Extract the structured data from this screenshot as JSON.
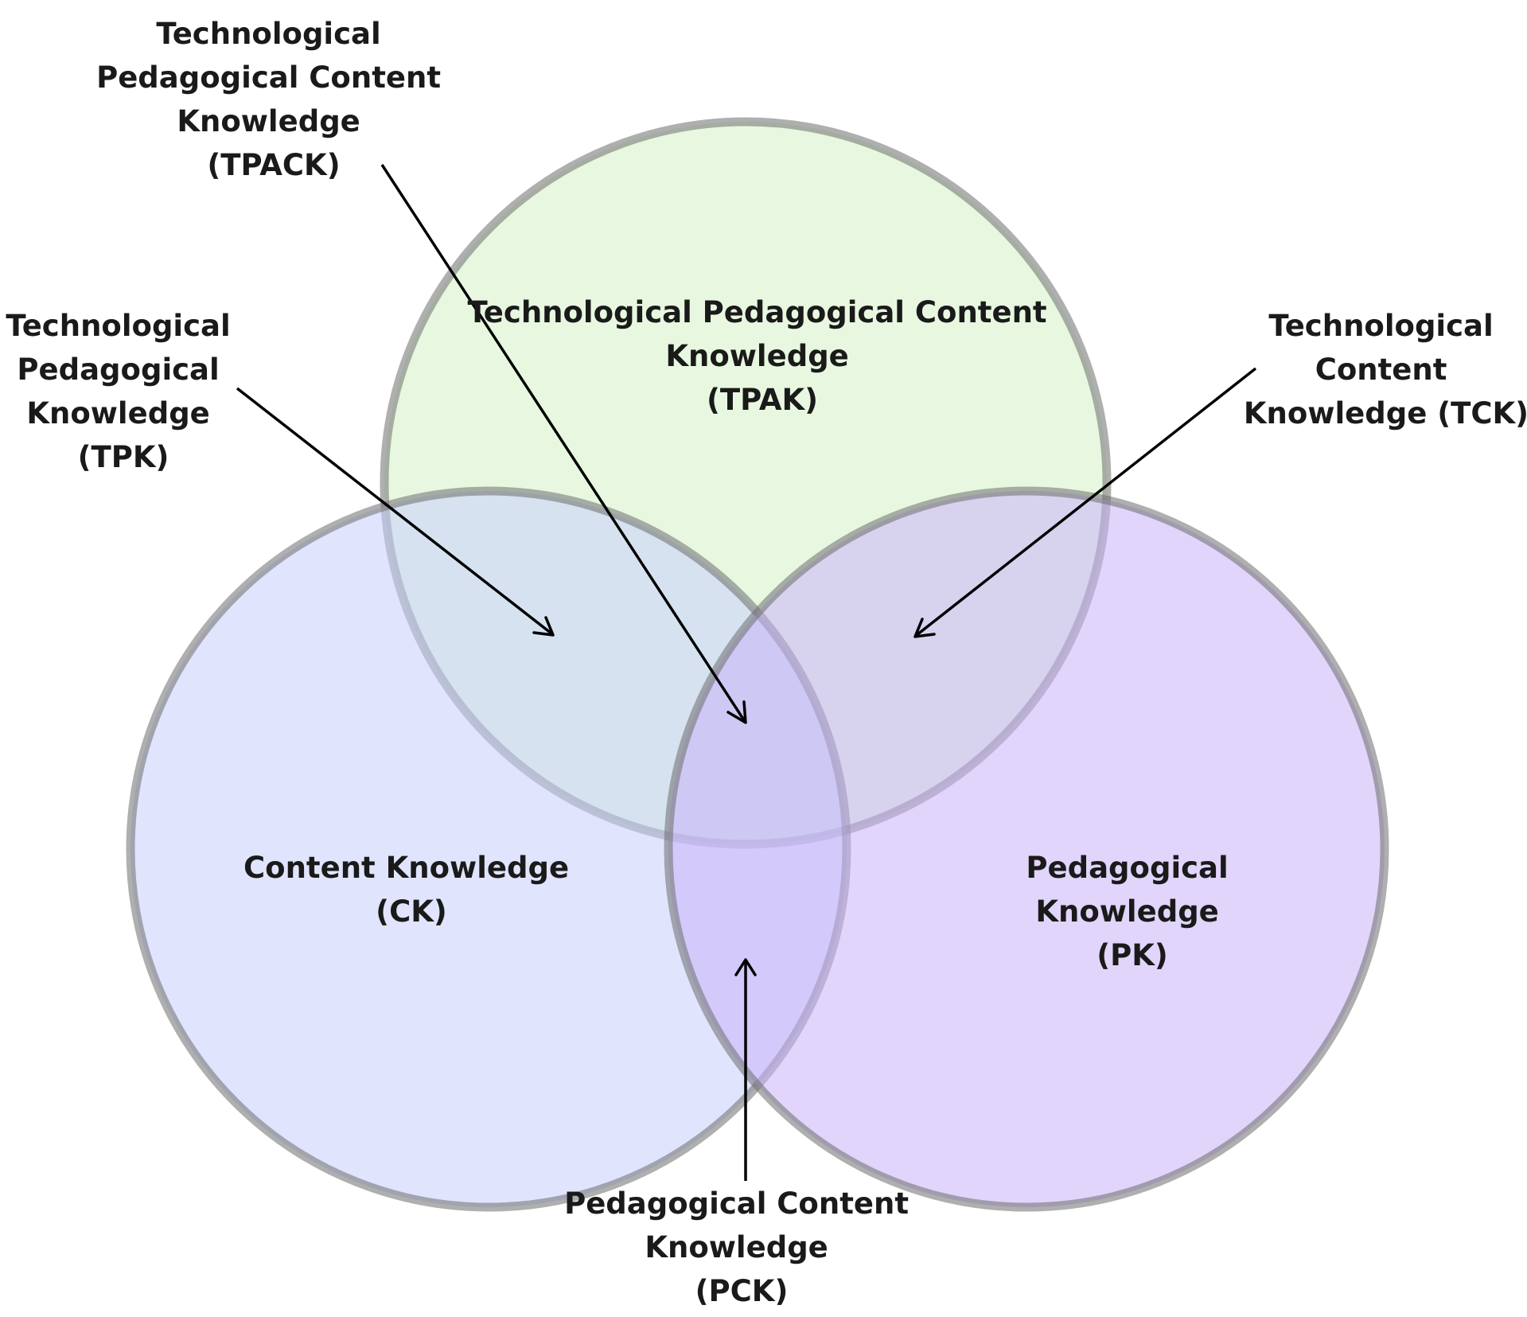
{
  "colors": {
    "technology_fill": "#d5f2c7",
    "content_fill": "#c7d0fc",
    "pedagogy_fill": "#c8b2f7",
    "circle_stroke": "#6e6e6e",
    "arrow": "#000000",
    "text": "#1a1a1a"
  },
  "circles": [
    {
      "id": "technology",
      "color_key": "technology_fill"
    },
    {
      "id": "content",
      "color_key": "content_fill"
    },
    {
      "id": "pedagogy",
      "color_key": "pedagogy_fill"
    }
  ],
  "labels": {
    "tpack": [
      "Technological",
      "Pedagogical Content",
      "Knowledge",
      "(TPACK)"
    ],
    "tpak": [
      "Technological Pedagogical Content",
      "Knowledge",
      "(TPAK)"
    ],
    "tpk": [
      "Technological",
      "Pedagogical",
      "Knowledge",
      "(TPK)"
    ],
    "tck": [
      "Technological",
      "Content",
      "Knowledge (TCK)"
    ],
    "ck": [
      "Content Knowledge",
      "(CK)"
    ],
    "pk": [
      "Pedagogical",
      "Knowledge",
      "(PK)"
    ],
    "pck": [
      "Pedagogical Content",
      "Knowledge",
      "(PCK)"
    ]
  },
  "arrows": [
    {
      "id": "tpack-arrow",
      "points_to": "center-intersection"
    },
    {
      "id": "tpk-arrow",
      "points_to": "technology-content-overlap"
    },
    {
      "id": "tck-arrow",
      "points_to": "technology-pedagogy-overlap"
    },
    {
      "id": "pck-arrow",
      "points_to": "content-pedagogy-overlap"
    }
  ]
}
